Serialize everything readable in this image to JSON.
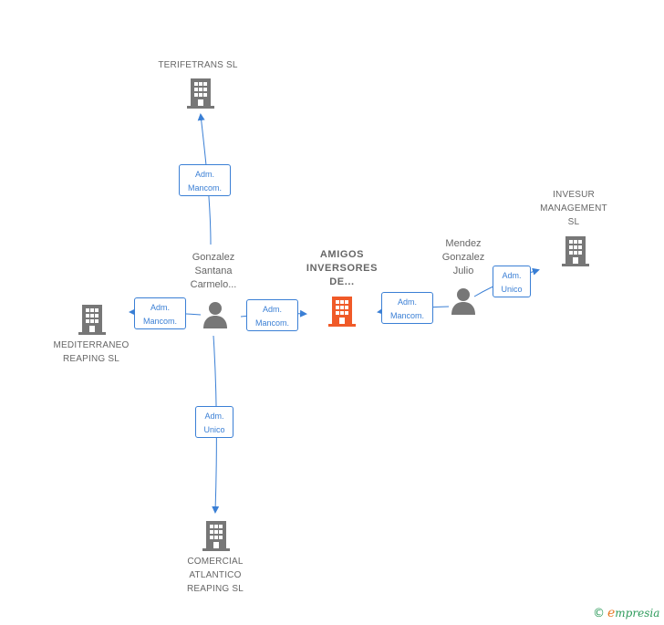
{
  "nodes": {
    "terifetrans": {
      "lines": [
        "TERIFETRANS SL"
      ]
    },
    "invesur": {
      "lines": [
        "INVESUR",
        "MANAGEMENT",
        "SL"
      ]
    },
    "gonzalez": {
      "lines": [
        "Gonzalez",
        "Santana",
        "Carmelo..."
      ]
    },
    "amigos": {
      "lines": [
        "AMIGOS",
        "INVERSORES",
        "DE..."
      ]
    },
    "mendez": {
      "lines": [
        "Mendez",
        "Gonzalez",
        "Julio"
      ]
    },
    "mediterraneo": {
      "lines": [
        "MEDITERRANEO",
        "REAPING SL"
      ]
    },
    "comercial": {
      "lines": [
        "COMERCIAL",
        "ATLANTICO",
        "REAPING SL"
      ]
    }
  },
  "edges": {
    "to_terifetrans": {
      "lines": [
        "Adm.",
        "Mancom."
      ]
    },
    "to_mediterraneo": {
      "lines": [
        "Adm.",
        "Mancom."
      ]
    },
    "gonzalez_to_amigos": {
      "lines": [
        "Adm.",
        "Mancom."
      ]
    },
    "mendez_to_amigos": {
      "lines": [
        "Adm.",
        "Mancom."
      ]
    },
    "to_invesur": {
      "lines": [
        "Adm.",
        "Unico"
      ]
    },
    "to_comercial": {
      "lines": [
        "Adm.",
        "Unico"
      ]
    }
  },
  "colors": {
    "edge": "#3a7fd5",
    "company_icon": "#777777",
    "focus_icon": "#f05a28",
    "person_icon": "#777777"
  },
  "watermark": {
    "copyright": "©",
    "brand_initial": "e",
    "brand_rest": "mpresia"
  }
}
